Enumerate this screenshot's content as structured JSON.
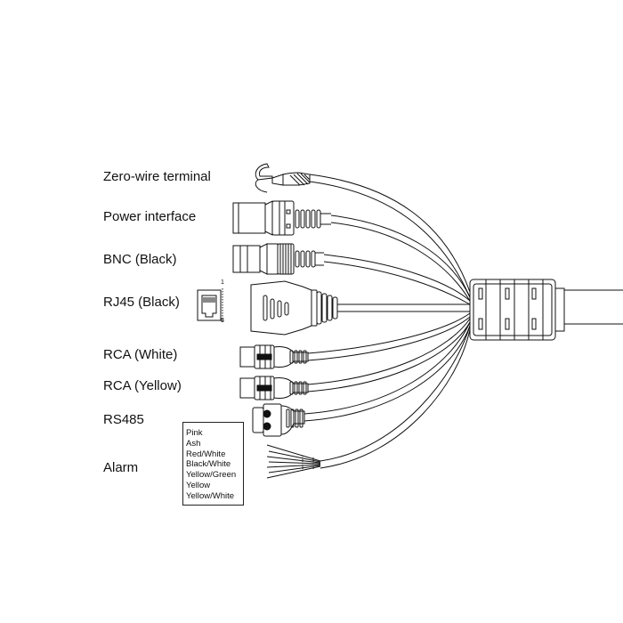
{
  "labels": {
    "zero_wire": "Zero-wire terminal",
    "power": "Power interface",
    "bnc": "BNC (Black)",
    "rj45": "RJ45 (Black)",
    "rca_white": "RCA (White)",
    "rca_yellow": "RCA (Yellow)",
    "rs485": "RS485",
    "alarm": "Alarm"
  },
  "rj45_pins": [
    "1",
    "8"
  ],
  "alarm_wire_colors": [
    "Pink",
    "Ash",
    "Red/White",
    "Black/White",
    "Yellow/Green",
    "Yellow",
    "Yellow/White"
  ]
}
